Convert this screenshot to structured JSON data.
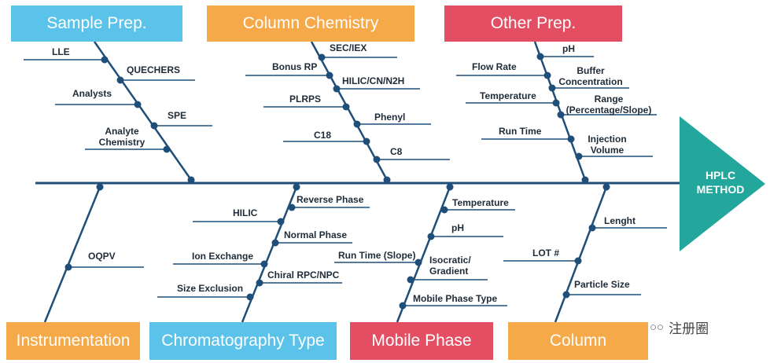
{
  "title": "HPLC METHOD",
  "head_lines": [
    "HPLC",
    "METHOD"
  ],
  "colors": {
    "spine": "#1f4e79",
    "dot": "#1f4e79",
    "head": "#23a69b",
    "blue": "#5bc3ea",
    "orange": "#f5a948",
    "red": "#e34e62"
  },
  "categories": {
    "sample_prep": "Sample Prep.",
    "column_chemistry": "Column Chemistry",
    "other_prep": "Other Prep.",
    "instrumentation": "Instrumentation",
    "chromatography_type": "Chromatography Type",
    "mobile_phase": "Mobile Phase",
    "column": "Column"
  },
  "causes": {
    "sample_prep": [
      "LLE",
      "QUECHERS",
      "Analysts",
      "SPE",
      "Analyte Chemistry"
    ],
    "column_chemistry": [
      "SEC/IEX",
      "Bonus RP",
      "HILIC/CN/N2H",
      "PLRPS",
      "Phenyl",
      "C18",
      "C8"
    ],
    "other_prep": [
      "pH",
      "Flow Rate",
      "Buffer Concentration",
      "Temperature",
      "Range (Percentage/Slope)",
      "Run Time",
      "Injection Volume"
    ],
    "instrumentation": [
      "OQPV"
    ],
    "chromatography_type": [
      "Reverse Phase",
      "HILIC",
      "Normal Phase",
      "Ion Exchange",
      "Chiral RPC/NPC",
      "Size Exclusion"
    ],
    "mobile_phase": [
      "Temperature",
      "pH",
      "Run Time (Slope)",
      "Isocratic/ Gradient",
      "Mobile Phase Type"
    ],
    "column": [
      "Lenght",
      "LOT #",
      "Particle Size"
    ]
  },
  "watermark": "注册圈"
}
